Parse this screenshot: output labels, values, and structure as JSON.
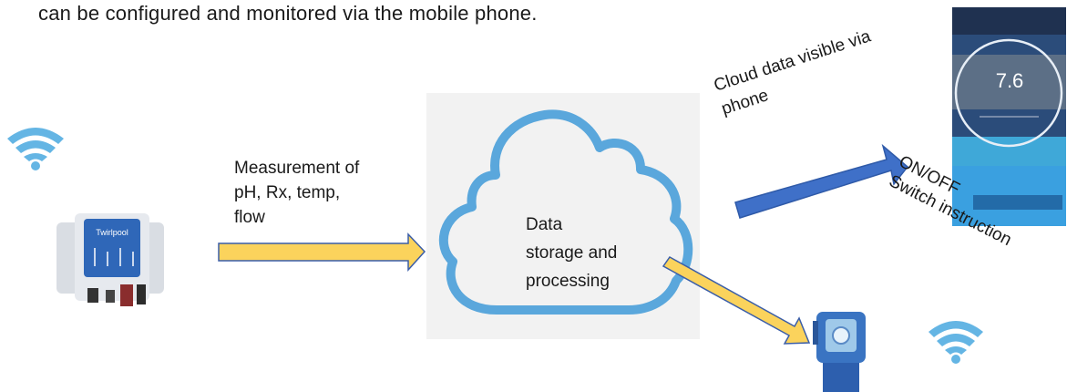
{
  "intro_text": "can be configured and monitored via the mobile phone.",
  "measurement_label": [
    "Measurement of",
    "pH, Rx, temp,",
    "flow"
  ],
  "cloud_label": [
    "Data",
    "storage and",
    "processing"
  ],
  "phone_label": [
    "Cloud data visible via",
    "phone"
  ],
  "switch_label": [
    "ON/OFF",
    "Switch instruction"
  ],
  "device_brand": "Twirlpool",
  "phone_display_value": "7.6",
  "colors": {
    "cloud_stroke": "#5aa7dc",
    "cloud_bg": "#f2f2f2",
    "yellow_arrow": "#fbd35c",
    "blue_arrow": "#3f70c8",
    "arrow_outline": "#3b5ea8",
    "wifi": "#64b5e4"
  }
}
